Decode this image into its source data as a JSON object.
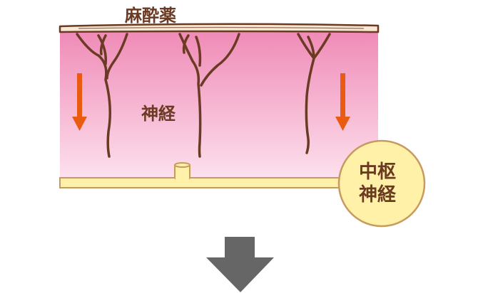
{
  "labels": {
    "anesthetic": "麻酔薬",
    "nerve": "神経",
    "central_nerve_line1": "中枢",
    "central_nerve_line2": "神経"
  },
  "colors": {
    "tissue_top": "#ef8ab6",
    "tissue_bottom": "#fde1ee",
    "nerve_brown": "#6b3a22",
    "anesthetic_fill": "#f7e8d4",
    "arrow_orange": "#ea5b12",
    "nerve_yellow": "#fff1a8",
    "outline_brown": "#c79a5f",
    "down_arrow_gray": "#666666"
  },
  "icons": [
    "down-arrow-orange-icon",
    "down-arrow-gray-icon"
  ]
}
